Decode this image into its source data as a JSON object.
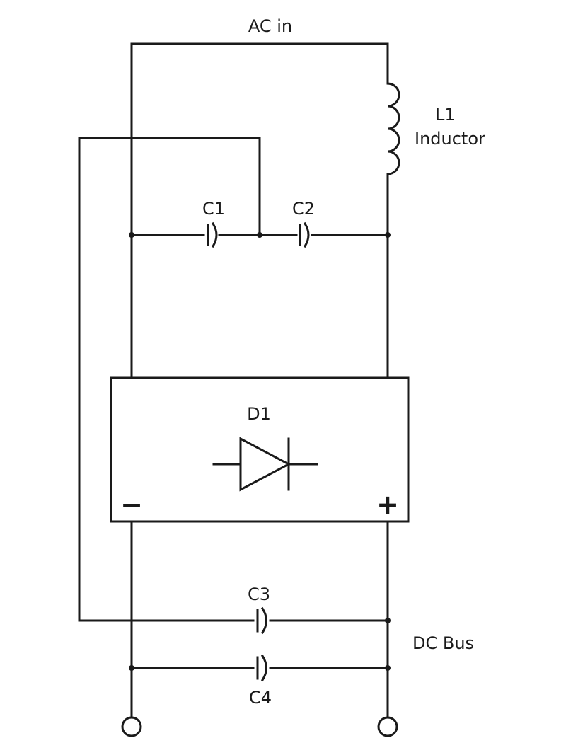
{
  "labels": {
    "ac_in": "AC in",
    "l1": "L1",
    "inductor": "Inductor",
    "c1": "C1",
    "c2": "C2",
    "d1": "D1",
    "minus": "−",
    "plus": "+",
    "c3": "C3",
    "c4": "C4",
    "dc_bus": "DC Bus"
  },
  "colors": {
    "line": "#1a1a1a",
    "background": "#ffffff"
  }
}
